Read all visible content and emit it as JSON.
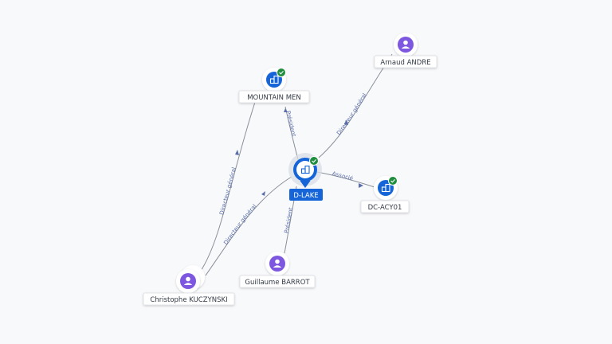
{
  "colors": {
    "person": "#7e57e0",
    "company": "#1565d8",
    "verified": "#1e8e3e",
    "edge": "#8a8f99",
    "edge_label": "#5b6ea8"
  },
  "center": {
    "name": "D-LAKE",
    "icon": "building-icon",
    "verified": true
  },
  "companies": [
    {
      "id": "mountain-men",
      "name": "MOUNTAIN MEN",
      "icon": "building-icon",
      "verified": true
    },
    {
      "id": "dc-acy01",
      "name": "DC-ACY01",
      "icon": "building-icon",
      "verified": true
    }
  ],
  "persons": [
    {
      "id": "arnaud-andre",
      "name": "Arnaud ANDRE",
      "icon": "person-icon"
    },
    {
      "id": "guillaume-barrot",
      "name": "Guillaume BARROT",
      "icon": "person-icon"
    },
    {
      "id": "christophe-kuczynski",
      "name": "Christophe KUCZYNSKI",
      "icon": "person-icon"
    }
  ],
  "relations": [
    {
      "id": "rel-mountain-center",
      "label": "Président"
    },
    {
      "id": "rel-arnaud-center",
      "label": "Directeur général"
    },
    {
      "id": "rel-center-dc",
      "label": "Associé"
    },
    {
      "id": "rel-guillaume-center",
      "label": "Président"
    },
    {
      "id": "rel-christophe-center",
      "label": "Directeur général"
    },
    {
      "id": "rel-christophe-mountain",
      "label": "Directeur général"
    }
  ]
}
